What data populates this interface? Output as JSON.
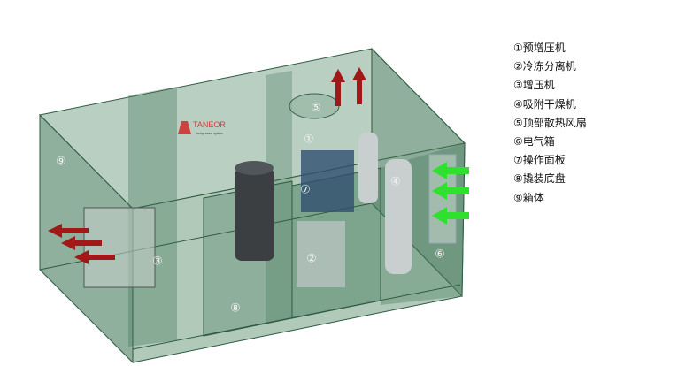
{
  "legend": [
    "①预增压机",
    "②冷冻分离机",
    "③增压机",
    "④吸附干燥机",
    "⑤顶部散热风扇",
    "⑥电气箱",
    "⑦操作面板",
    "⑧撬装底盘",
    "⑨箱体"
  ],
  "callouts": [
    "①",
    "②",
    "③",
    "④",
    "⑤",
    "⑥",
    "⑦",
    "⑧",
    "⑨"
  ],
  "logo": {
    "name": "TANEOR",
    "tagline": "compressor system"
  },
  "colors": {
    "enclosure": "#3f7a5a",
    "exhaust_arrow": "#a01818",
    "intake_arrow": "#2fe02f"
  }
}
